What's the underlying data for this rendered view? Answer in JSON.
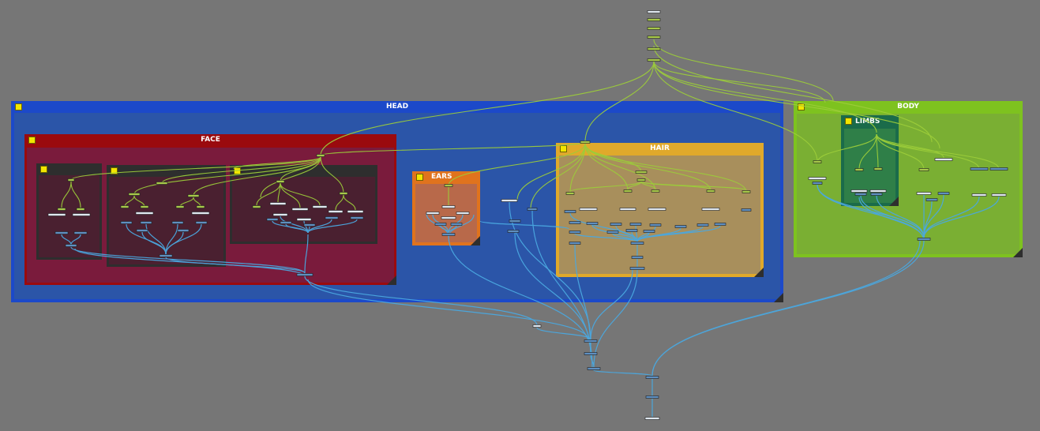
{
  "window": {
    "title": ""
  },
  "backdrops": {
    "head": {
      "label": "HEAD",
      "color": "#1c49c9",
      "inner": "#2b55a8"
    },
    "face": {
      "label": "FACE",
      "color": "#9a0a0e",
      "inner": "#7a1b3c"
    },
    "ears": {
      "label": "EARS",
      "color": "#e0731d",
      "inner": "#b8694a"
    },
    "hair": {
      "label": "HAIR",
      "color": "#e0a92b",
      "inner": "#a88f5c"
    },
    "body": {
      "label": "BODY",
      "color": "#7ec21f",
      "inner": "#7aaf33"
    },
    "limbs": {
      "label": "LIMBS",
      "color": "#1a6b4a",
      "inner": "#2f7f48"
    }
  },
  "colors": {
    "canvas_bg": "#767676",
    "wire_attr": "#9ccd3a",
    "wire_data": "#4aa8e0",
    "node_light": "#dfe7ef",
    "node_blue": "#5f8fc0",
    "node_green": "#a8c84a"
  },
  "icons": {
    "backdrop_toggle": "square-toggle-icon",
    "resize_corner": "resize-corner-icon"
  }
}
